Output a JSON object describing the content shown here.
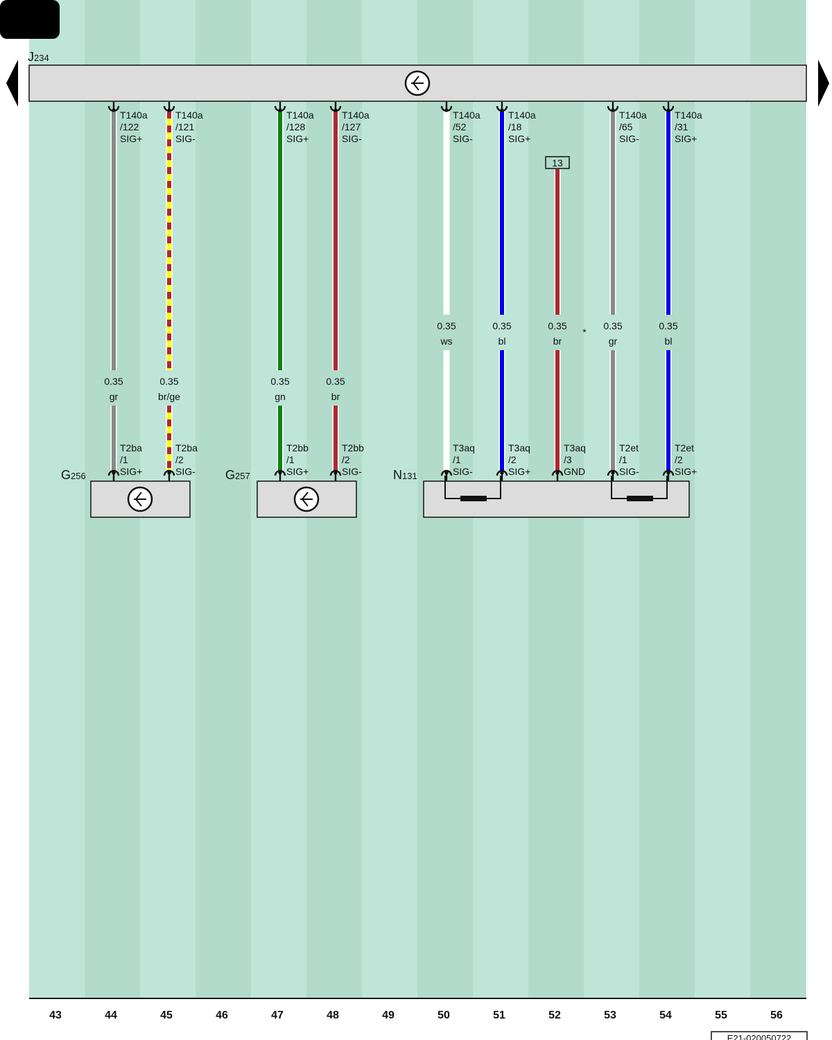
{
  "colors": {
    "background": "#bfe5d8",
    "column_stripe": "#b2dbcc",
    "component_fill": "#dcdcdc",
    "gr": "#8a8a8a",
    "br": "#b0282e",
    "ge": "#ffff00",
    "gn": "#128012",
    "ws": "#ffffff",
    "bl": "#0000ee"
  },
  "navigation": {
    "prev_icon": "triangle-left-icon",
    "next_icon": "triangle-right-icon"
  },
  "columns": [
    "43",
    "44",
    "45",
    "46",
    "47",
    "48",
    "49",
    "50",
    "51",
    "52",
    "53",
    "54",
    "55",
    "56"
  ],
  "control_unit": {
    "id": "J",
    "sub": "234",
    "icon": "sensor-symbol-icon"
  },
  "components": [
    {
      "key": "g256",
      "id": "G",
      "sub": "256",
      "icon": "sensor-symbol-icon"
    },
    {
      "key": "g257",
      "id": "G",
      "sub": "257",
      "icon": "sensor-symbol-icon"
    },
    {
      "key": "n131",
      "id": "N",
      "sub": "131",
      "icon": "resistor-icon"
    }
  ],
  "wires": [
    {
      "column": "44",
      "top_pin": [
        "T140a",
        "/122",
        "SIG+"
      ],
      "size": "0.35",
      "color": "gr",
      "bottom_pin": [
        "T2ba",
        "/1",
        "SIG+"
      ],
      "component": "g256"
    },
    {
      "column": "45",
      "top_pin": [
        "T140a",
        "/121",
        "SIG-"
      ],
      "size": "0.35",
      "color": "br/ge",
      "bottom_pin": [
        "T2ba",
        "/2",
        "SIG-"
      ],
      "component": "g256"
    },
    {
      "column": "47",
      "top_pin": [
        "T140a",
        "/128",
        "SIG+"
      ],
      "size": "0.35",
      "color": "gn",
      "bottom_pin": [
        "T2bb",
        "/1",
        "SIG+"
      ],
      "component": "g257"
    },
    {
      "column": "48",
      "top_pin": [
        "T140a",
        "/127",
        "SIG-"
      ],
      "size": "0.35",
      "color": "br",
      "bottom_pin": [
        "T2bb",
        "/2",
        "SIG-"
      ],
      "component": "g257"
    },
    {
      "column": "50",
      "top_pin": [
        "T140a",
        "/52",
        "SIG-"
      ],
      "size": "0.35",
      "color": "ws",
      "bottom_pin": [
        "T3aq",
        "/1",
        "SIG-"
      ],
      "component": "n131"
    },
    {
      "column": "51",
      "top_pin": [
        "T140a",
        "/18",
        "SIG+"
      ],
      "size": "0.35",
      "color": "bl",
      "bottom_pin": [
        "T3aq",
        "/2",
        "SIG+"
      ],
      "component": "n131"
    },
    {
      "column": "52",
      "top_ref": "13",
      "size": "0.35",
      "color": "br",
      "bottom_pin": [
        "T3aq",
        "/3",
        "GND"
      ],
      "component": "n131"
    },
    {
      "column": "53",
      "top_pin": [
        "T140a",
        "/65",
        "SIG-"
      ],
      "size": "0.35",
      "color": "gr",
      "bottom_pin": [
        "T2et",
        "/1",
        "SIG-"
      ],
      "component": "n131"
    },
    {
      "column": "54",
      "top_pin": [
        "T140a",
        "/31",
        "SIG+"
      ],
      "size": "0.35",
      "color": "bl",
      "bottom_pin": [
        "T2et",
        "/2",
        "SIG+"
      ],
      "component": "n131"
    }
  ],
  "note_marker": "*",
  "drawing_ref": "E21-020050722"
}
